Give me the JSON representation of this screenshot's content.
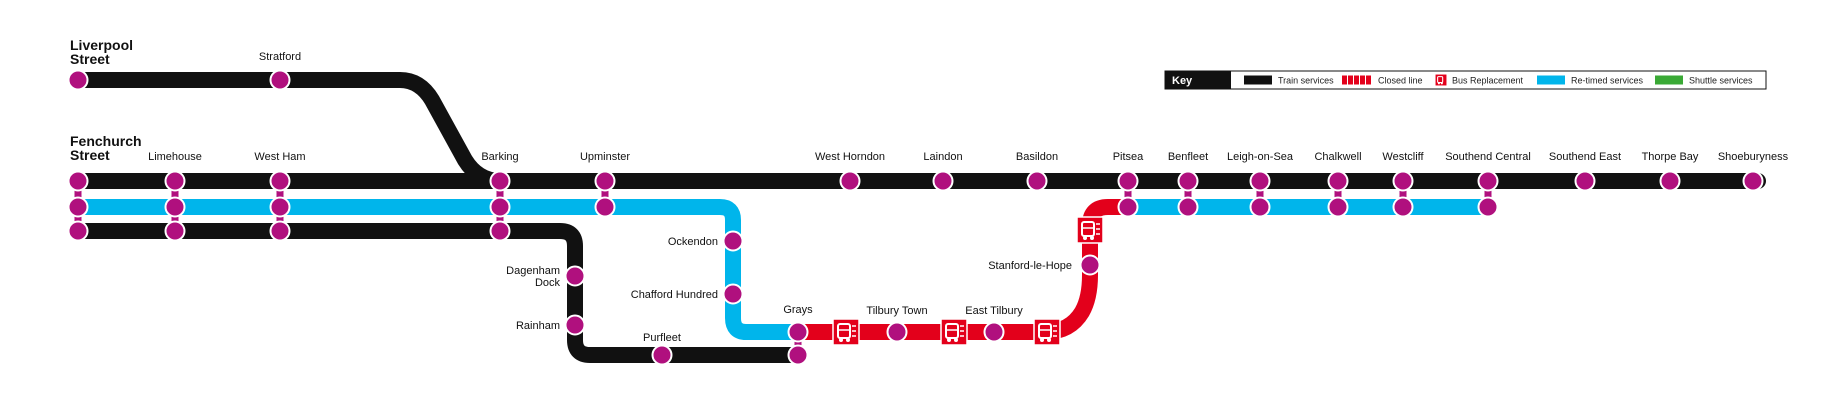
{
  "colors": {
    "train": "#111111",
    "closed": "#e3001b",
    "bus": "#e3001b",
    "retimed": "#00b5eb",
    "shuttle": "#3aa935",
    "station": "#b0107e"
  },
  "key": {
    "title": "Key",
    "items": [
      {
        "label": "Train services",
        "symbol": "solid",
        "color": "#111111"
      },
      {
        "label": "Closed line",
        "symbol": "dashed",
        "color": "#e3001b"
      },
      {
        "label": "Bus Replacement",
        "symbol": "bus",
        "color": "#e3001b"
      },
      {
        "label": "Re-timed services",
        "symbol": "solid",
        "color": "#00b5eb"
      },
      {
        "label": "Shuttle services",
        "symbol": "solid",
        "color": "#3aa935"
      }
    ]
  },
  "stations": [
    {
      "id": "liverpool-street",
      "label": [
        "Liverpool",
        "Street"
      ]
    },
    {
      "id": "stratford",
      "label": [
        "Stratford"
      ]
    },
    {
      "id": "fenchurch-street",
      "label": [
        "Fenchurch",
        "Street"
      ]
    },
    {
      "id": "limehouse",
      "label": [
        "Limehouse"
      ]
    },
    {
      "id": "west-ham",
      "label": [
        "West Ham"
      ]
    },
    {
      "id": "barking",
      "label": [
        "Barking"
      ]
    },
    {
      "id": "upminster",
      "label": [
        "Upminster"
      ]
    },
    {
      "id": "west-horndon",
      "label": [
        "West Horndon"
      ]
    },
    {
      "id": "laindon",
      "label": [
        "Laindon"
      ]
    },
    {
      "id": "basildon",
      "label": [
        "Basildon"
      ]
    },
    {
      "id": "pitsea",
      "label": [
        "Pitsea"
      ]
    },
    {
      "id": "benfleet",
      "label": [
        "Benfleet"
      ]
    },
    {
      "id": "leigh-on-sea",
      "label": [
        "Leigh-on-Sea"
      ]
    },
    {
      "id": "chalkwell",
      "label": [
        "Chalkwell"
      ]
    },
    {
      "id": "westcliff",
      "label": [
        "Westcliff"
      ]
    },
    {
      "id": "southend-central",
      "label": [
        "Southend Central"
      ]
    },
    {
      "id": "southend-east",
      "label": [
        "Southend East"
      ]
    },
    {
      "id": "thorpe-bay",
      "label": [
        "Thorpe Bay"
      ]
    },
    {
      "id": "shoeburyness",
      "label": [
        "Shoeburyness"
      ]
    },
    {
      "id": "ockendon",
      "label": [
        "Ockendon"
      ]
    },
    {
      "id": "chafford-hundred",
      "label": [
        "Chafford Hundred"
      ]
    },
    {
      "id": "dagenham-dock",
      "label": [
        "Dagenham",
        "Dock"
      ]
    },
    {
      "id": "rainham",
      "label": [
        "Rainham"
      ]
    },
    {
      "id": "purfleet",
      "label": [
        "Purfleet"
      ]
    },
    {
      "id": "grays",
      "label": [
        "Grays"
      ]
    },
    {
      "id": "tilbury-town",
      "label": [
        "Tilbury Town"
      ]
    },
    {
      "id": "east-tilbury",
      "label": [
        "East Tilbury"
      ]
    },
    {
      "id": "stanford-le-hope",
      "label": [
        "Stanford-le-Hope"
      ]
    }
  ]
}
